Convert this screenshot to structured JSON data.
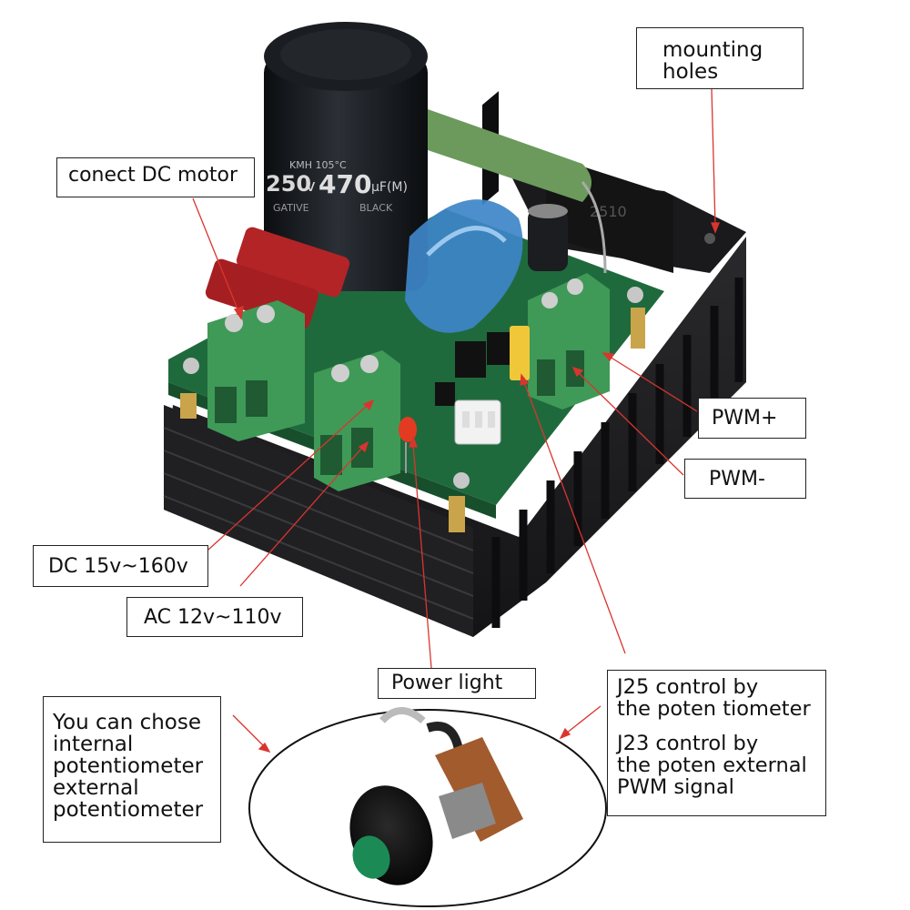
{
  "colors": {
    "callout_line": "#d9352e",
    "heatsink": "#1e1e20",
    "pcb": "#1f6a3c",
    "terminal": "#3f9a57",
    "capacitor_body": "#15181b",
    "film_capacitor": "#b32426",
    "resistor": "#6b9a5c",
    "blue_cap": "#3e86c8",
    "jumper": "#f1c73a",
    "power_led": "#e33b22"
  },
  "components": {
    "main_capacitor": [
      "KMH 105°C",
      "250",
      "v",
      "470",
      "μF(M)",
      "GATIVE",
      "BLACK"
    ],
    "relay_marking": "2510"
  },
  "labels": {
    "mounting_holes": [
      "mounting",
      "holes"
    ],
    "connect_motor": "conect DC motor",
    "pwm_plus": "PWM+",
    "pwm_minus": "PWM-",
    "dc_input": "DC 15v~160v",
    "ac_input": "AC 12v~110v",
    "power_light": "Power light",
    "potentiometer_choice": [
      "You can chose",
      "internal",
      "potentiometer",
      "external",
      "potentiometer"
    ],
    "j25_control": [
      "J25 control by",
      "the poten tiometer"
    ],
    "j23_control": [
      "J23 control by",
      "the poten external",
      "PWM signal"
    ]
  }
}
